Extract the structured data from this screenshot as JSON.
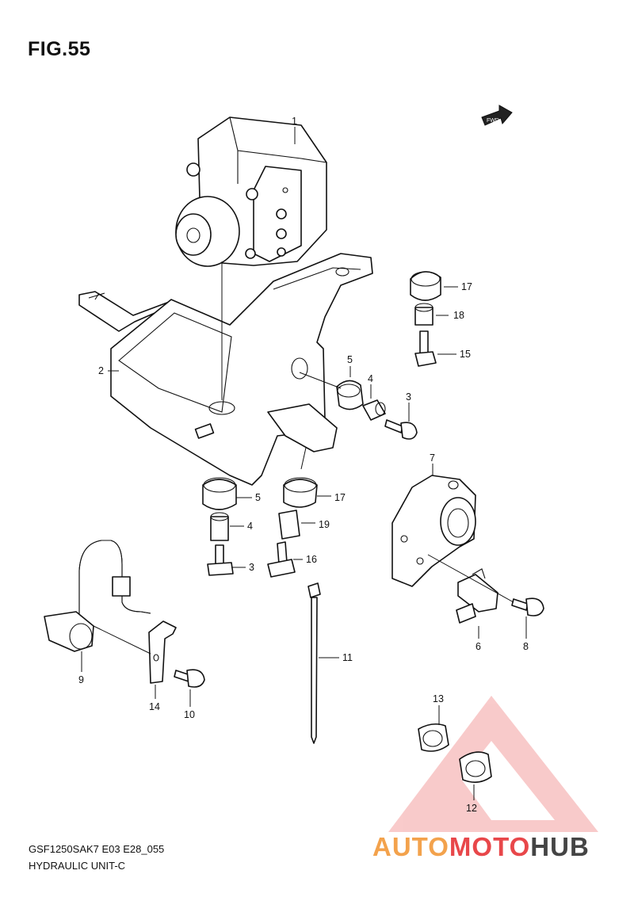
{
  "figure_title": "FIG.55",
  "fwd_label": "FWD",
  "footer": {
    "code": "GSF1250SAK7 E03 E28_055",
    "name": "HYDRAULIC UNIT-C"
  },
  "watermark": {
    "part1": "AUTO",
    "part2": "MOTO",
    "part3": "HUB",
    "colors": {
      "auto": "#f3a24c",
      "moto": "#e8474a",
      "hub": "#444444",
      "logo": "#f4a0a0"
    }
  },
  "callouts": {
    "c1": "1",
    "c2": "2",
    "c3a": "3",
    "c3b": "3",
    "c4a": "4",
    "c4b": "4",
    "c5a": "5",
    "c5b": "5",
    "c6": "6",
    "c7": "7",
    "c8": "8",
    "c9": "9",
    "c10": "10",
    "c11": "11",
    "c12": "12",
    "c13": "13",
    "c14": "14",
    "c15": "15",
    "c16": "16",
    "c17a": "17",
    "c17b": "17",
    "c18": "18",
    "c19": "19"
  }
}
